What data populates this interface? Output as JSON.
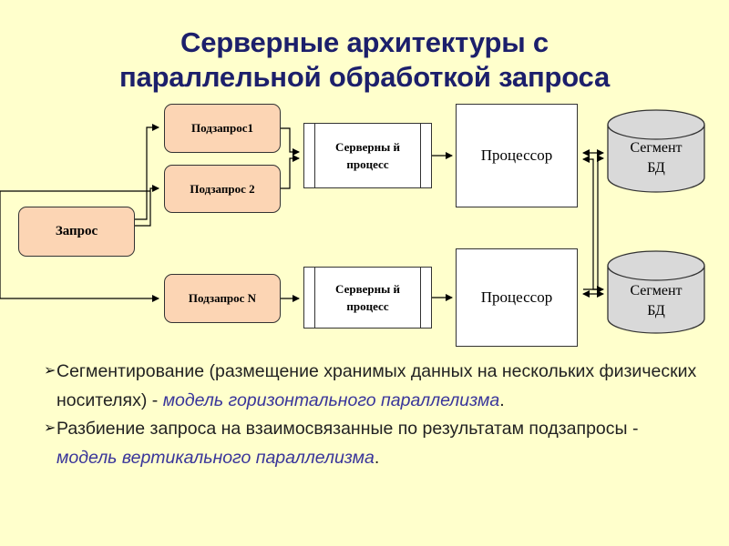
{
  "title": {
    "line1": "Серверные архитектуры с",
    "line2": "параллельной обработкой запроса"
  },
  "diagram": {
    "request": "Запрос",
    "subrequest1": "Подзапрос1",
    "subrequest2": "Подзапрос 2",
    "subrequestN": "Подзапрос N",
    "server_process_top": "Серверны й процесс",
    "server_process_bottom": "Серверны й процесс",
    "processor_top": "Процессор",
    "processor_bottom": "Процессор",
    "db_top_line1": "Сегмент",
    "db_top_line2": "БД",
    "db_bottom_line1": "Сегмент",
    "db_bottom_line2": "БД"
  },
  "bullets": [
    {
      "mark": "➢",
      "text": "Сегментирование (размещение хранимых данных на нескольких физических носителях) - ",
      "italic": "модель горизонтального параллелизма",
      "end": "."
    },
    {
      "mark": "➢",
      "text": "Разбиение запроса на взаимосвязанные по результатам подзапросы - ",
      "italic": "модель вертикального параллелизма",
      "end": "."
    }
  ],
  "colors": {
    "background": "#ffffcc",
    "title": "#1c1f6b",
    "rounded_box_fill": "#fcd5b4",
    "db_fill": "#d9d9d9",
    "italic_text": "#39359a"
  }
}
